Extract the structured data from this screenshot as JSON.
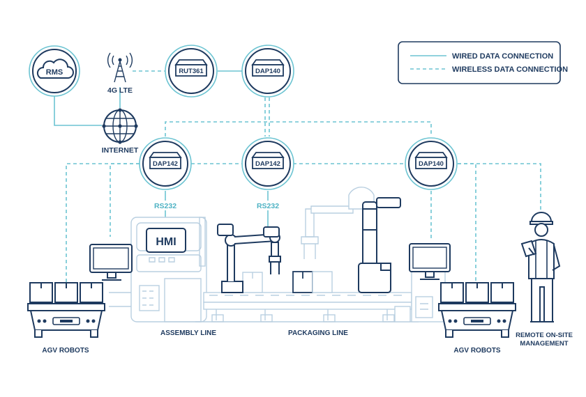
{
  "legend": {
    "wired_label": "WIRED DATA CONNECTION",
    "wireless_label": "WIRELESS DATA CONNECTION"
  },
  "nodes": {
    "rms": "RMS",
    "lte": "4G LTE",
    "internet": "INTERNET",
    "rut361": "RUT361",
    "dap140_top": "DAP140",
    "dap142_left": "DAP142",
    "dap142_center": "DAP142",
    "dap140_right": "DAP140"
  },
  "labels": {
    "rs232_left": "RS232",
    "rs232_center": "RS232",
    "hmi": "HMI",
    "agv_left": "AGV ROBOTS",
    "assembly_line": "ASSEMBLY LINE",
    "packaging_line": "PACKAGING LINE",
    "agv_right": "AGV ROBOTS",
    "remote_line1": "REMOTE ON-SITE",
    "remote_line2": "MANAGEMENT"
  },
  "colors": {
    "navy": "#1e3a5f",
    "accent": "#6cc4d2",
    "pale": "#b9cfe0"
  },
  "icons": [
    "cloud-icon",
    "antenna-icon",
    "globe-icon",
    "router-icon",
    "monitor-icon",
    "box-icon",
    "robot-arm-icon",
    "worker-icon",
    "tablet-icon"
  ]
}
